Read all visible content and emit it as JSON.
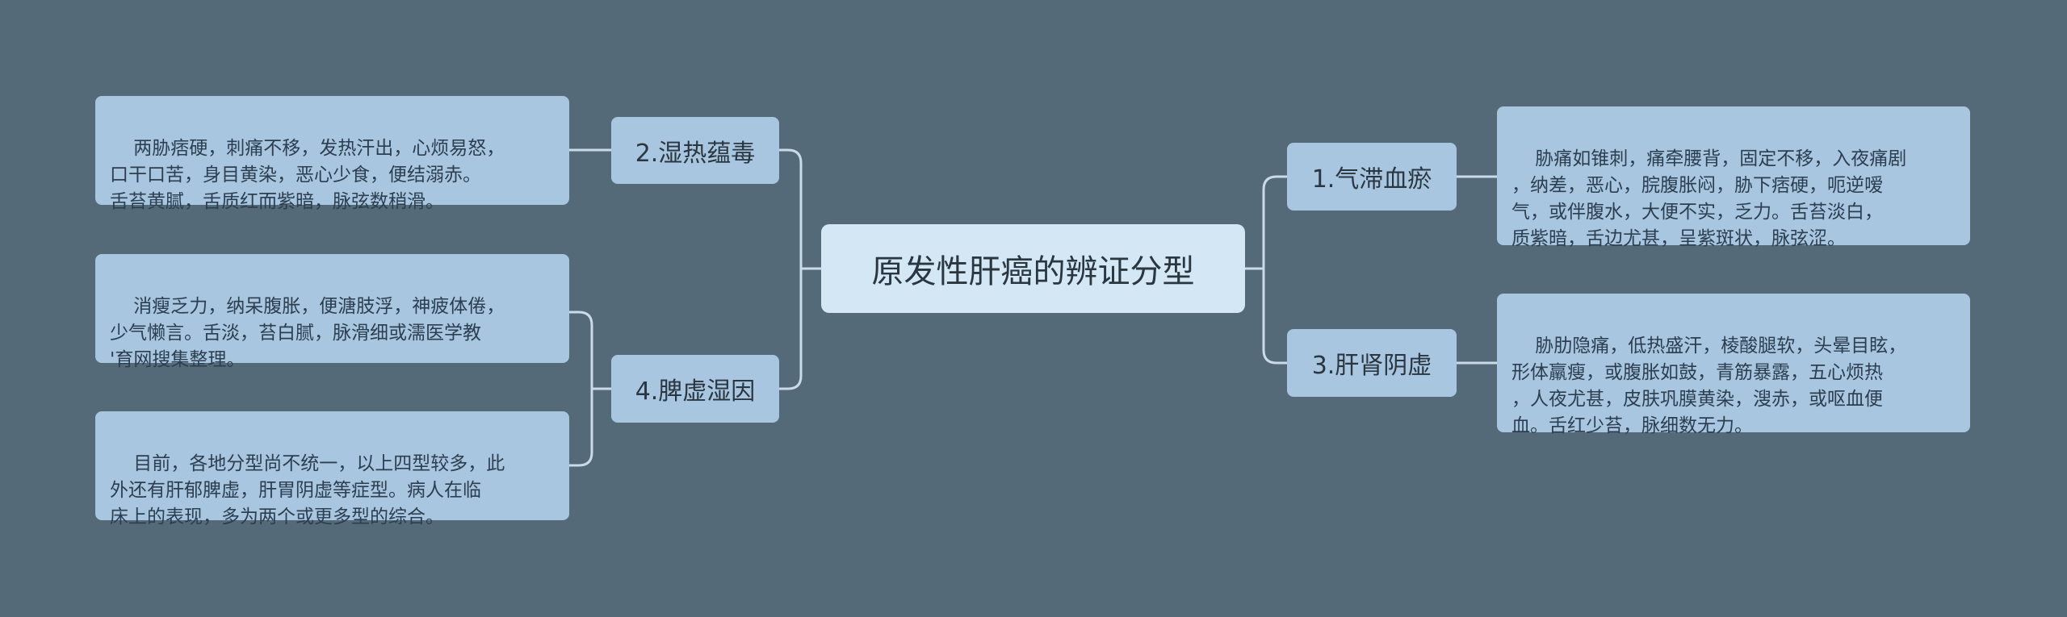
{
  "colors": {
    "background": "#546a79",
    "node": "#a8c6df",
    "root": "#d3e7f4",
    "connector": "#c9dbe8"
  },
  "root": {
    "label": "原发性肝癌的辨证分型"
  },
  "branches": {
    "b1": {
      "label": "1.气滞血瘀"
    },
    "b2": {
      "label": "2.湿热蕴毒"
    },
    "b3": {
      "label": "3.肝肾阴虚"
    },
    "b4": {
      "label": "4.脾虚湿因"
    }
  },
  "leaves": {
    "l1": {
      "text": "胁痛如锥刺，痛牵腰背，固定不移，入夜痛剧\n，纳差，恶心，脘腹胀闷，胁下痞硬，呃逆嗳\n气，或伴腹水，大便不实，乏力。舌苔淡白，\n质紫暗，舌边尤甚，呈紫斑状，脉弦涩。"
    },
    "l2": {
      "text": "两胁痞硬，刺痛不移，发热汗出，心烦易怒，\n口干口苦，身目黄染，恶心少食，便结溺赤。\n舌苔黄腻，舌质红而紫暗，脉弦数稍滑。"
    },
    "l3": {
      "text": "胁肋隐痛，低热盛汗，棱酸腿软，头晕目眩，\n形体羸瘦，或腹胀如鼓，青筋暴露，五心烦热\n，人夜尤甚，皮肤巩膜黄染，溲赤，或呕血便\n血。舌红少苔，脉细数无力。"
    },
    "l4a": {
      "text": "消瘦乏力，纳呆腹胀，便溏肢浮，神疲体倦，\n少气懒言。舌淡，苔白腻，脉滑细或濡医学教\n'育网搜集整理。"
    },
    "l4b": {
      "text": "目前，各地分型尚不统一，以上四型较多，此\n外还有肝郁脾虚，肝胃阴虚等症型。病人在临\n床上的表现，多为两个或更多型的综合。"
    }
  }
}
